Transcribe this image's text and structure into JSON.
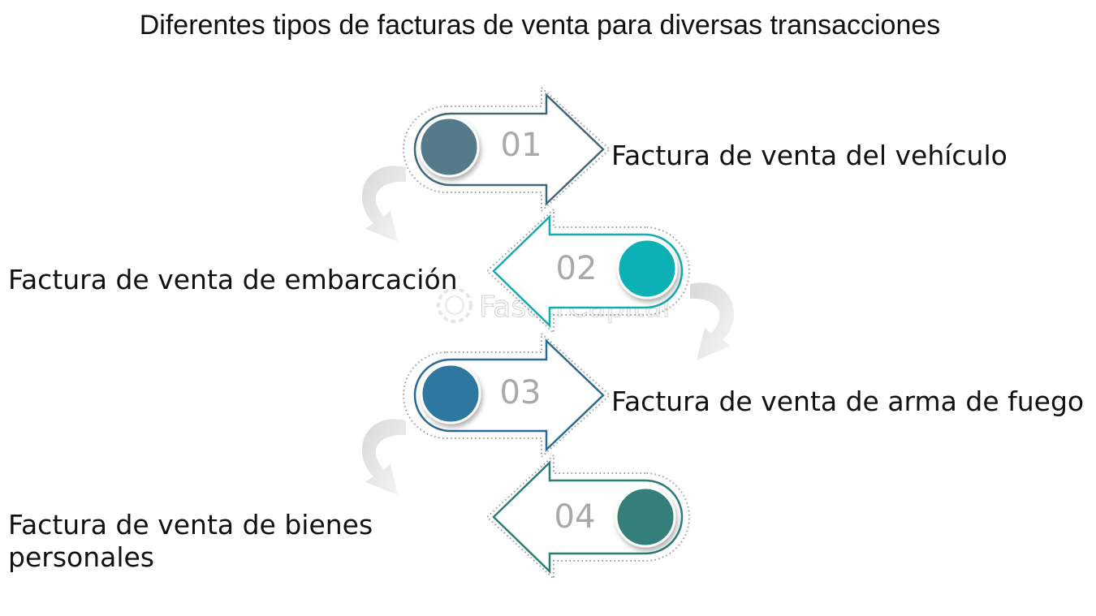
{
  "title": "Diferentes tipos de facturas de venta para diversas transacciones",
  "watermark": "FasterCapital",
  "steps": [
    {
      "number": "01",
      "label": "Factura de venta del vehículo",
      "direction": "right",
      "stroke": "#3f6779",
      "circle": "#557a8a"
    },
    {
      "number": "02",
      "label": "Factura de venta de embarcación",
      "direction": "left",
      "stroke": "#14aab0",
      "circle": "#0ab0b5"
    },
    {
      "number": "03",
      "label": "Factura de venta de arma de fuego",
      "direction": "right",
      "stroke": "#2b6b93",
      "circle": "#2f77a0"
    },
    {
      "number": "04",
      "label": "Factura de venta de bienes personales",
      "direction": "left",
      "stroke": "#2d7d77",
      "circle": "#357f7a"
    }
  ]
}
